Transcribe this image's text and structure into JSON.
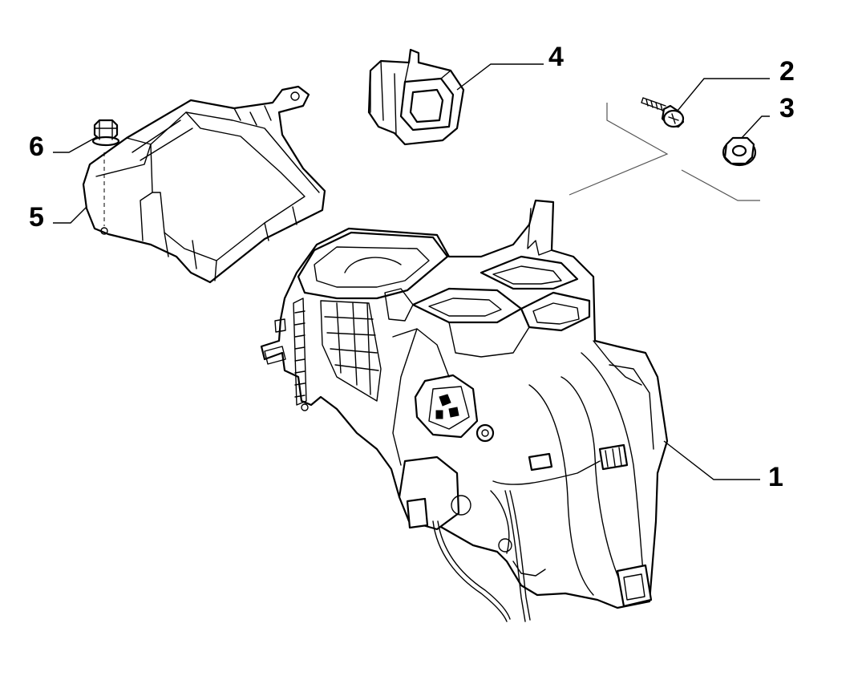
{
  "diagram": {
    "background": "#ffffff",
    "line_color": "#000000",
    "callouts": [
      {
        "id": "1",
        "label": "1"
      },
      {
        "id": "2",
        "label": "2"
      },
      {
        "id": "3",
        "label": "3"
      },
      {
        "id": "4",
        "label": "4"
      },
      {
        "id": "5",
        "label": "5"
      },
      {
        "id": "6",
        "label": "6"
      }
    ]
  }
}
